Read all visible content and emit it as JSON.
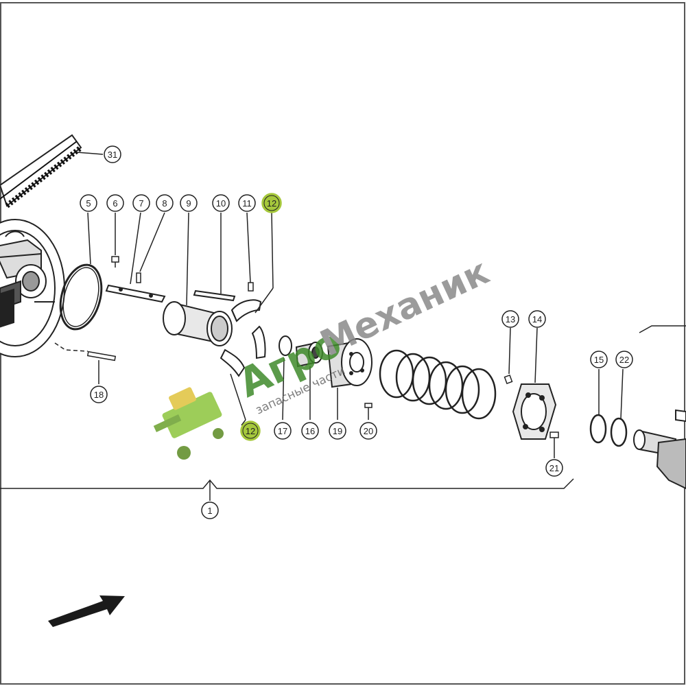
{
  "callouts": {
    "c1": "1",
    "c5": "5",
    "c6": "6",
    "c7": "7",
    "c8": "8",
    "c9": "9",
    "c10": "10",
    "c11": "11",
    "c12a": "12",
    "c12b": "12",
    "c13": "13",
    "c14": "14",
    "c15": "15",
    "c16": "16",
    "c17": "17",
    "c18": "18",
    "c19": "19",
    "c20": "20",
    "c21": "21",
    "c22": "22",
    "c31": "31"
  },
  "highlighted_callout_color": "#a6c83c",
  "watermark": {
    "brand_prefix": "Агро",
    "brand_suffix": "Механик",
    "tagline": "запасные части",
    "prefix_color": "#3e8a2a",
    "suffix_color": "#8a8a8a"
  },
  "icons": {
    "logo": "combine-harvester-icon",
    "direction": "arrow-icon"
  }
}
